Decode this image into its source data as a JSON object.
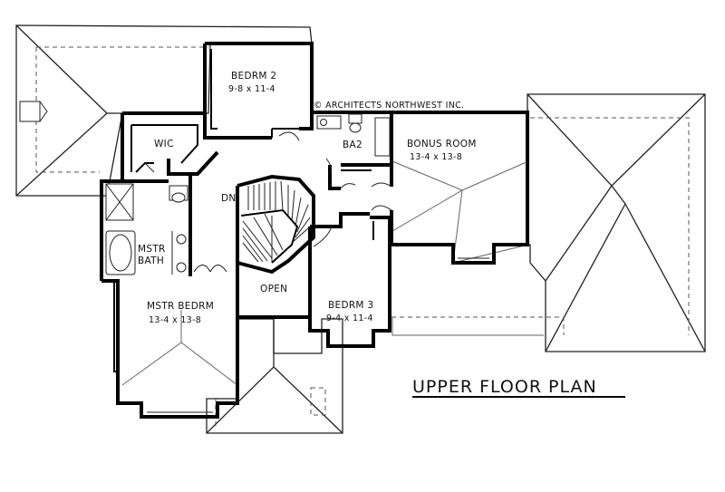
{
  "plan": {
    "title": "UPPER FLOOR PLAN",
    "credit": "© ARCHITECTS NORTHWEST INC.",
    "rooms": [
      {
        "name": "BEDRM 2",
        "size": "9-8 x 11-4"
      },
      {
        "name": "WIC"
      },
      {
        "name": "BA2"
      },
      {
        "name": "BONUS ROOM",
        "size": "13-4 x 13-8"
      },
      {
        "name": "DN"
      },
      {
        "name": "MSTR",
        "name2": "BATH"
      },
      {
        "name": "OPEN"
      },
      {
        "name": "MSTR BEDRM",
        "size": "13-4 x 13-8"
      },
      {
        "name": "BEDRM 3",
        "size": "9-4 x 11-4"
      }
    ]
  }
}
